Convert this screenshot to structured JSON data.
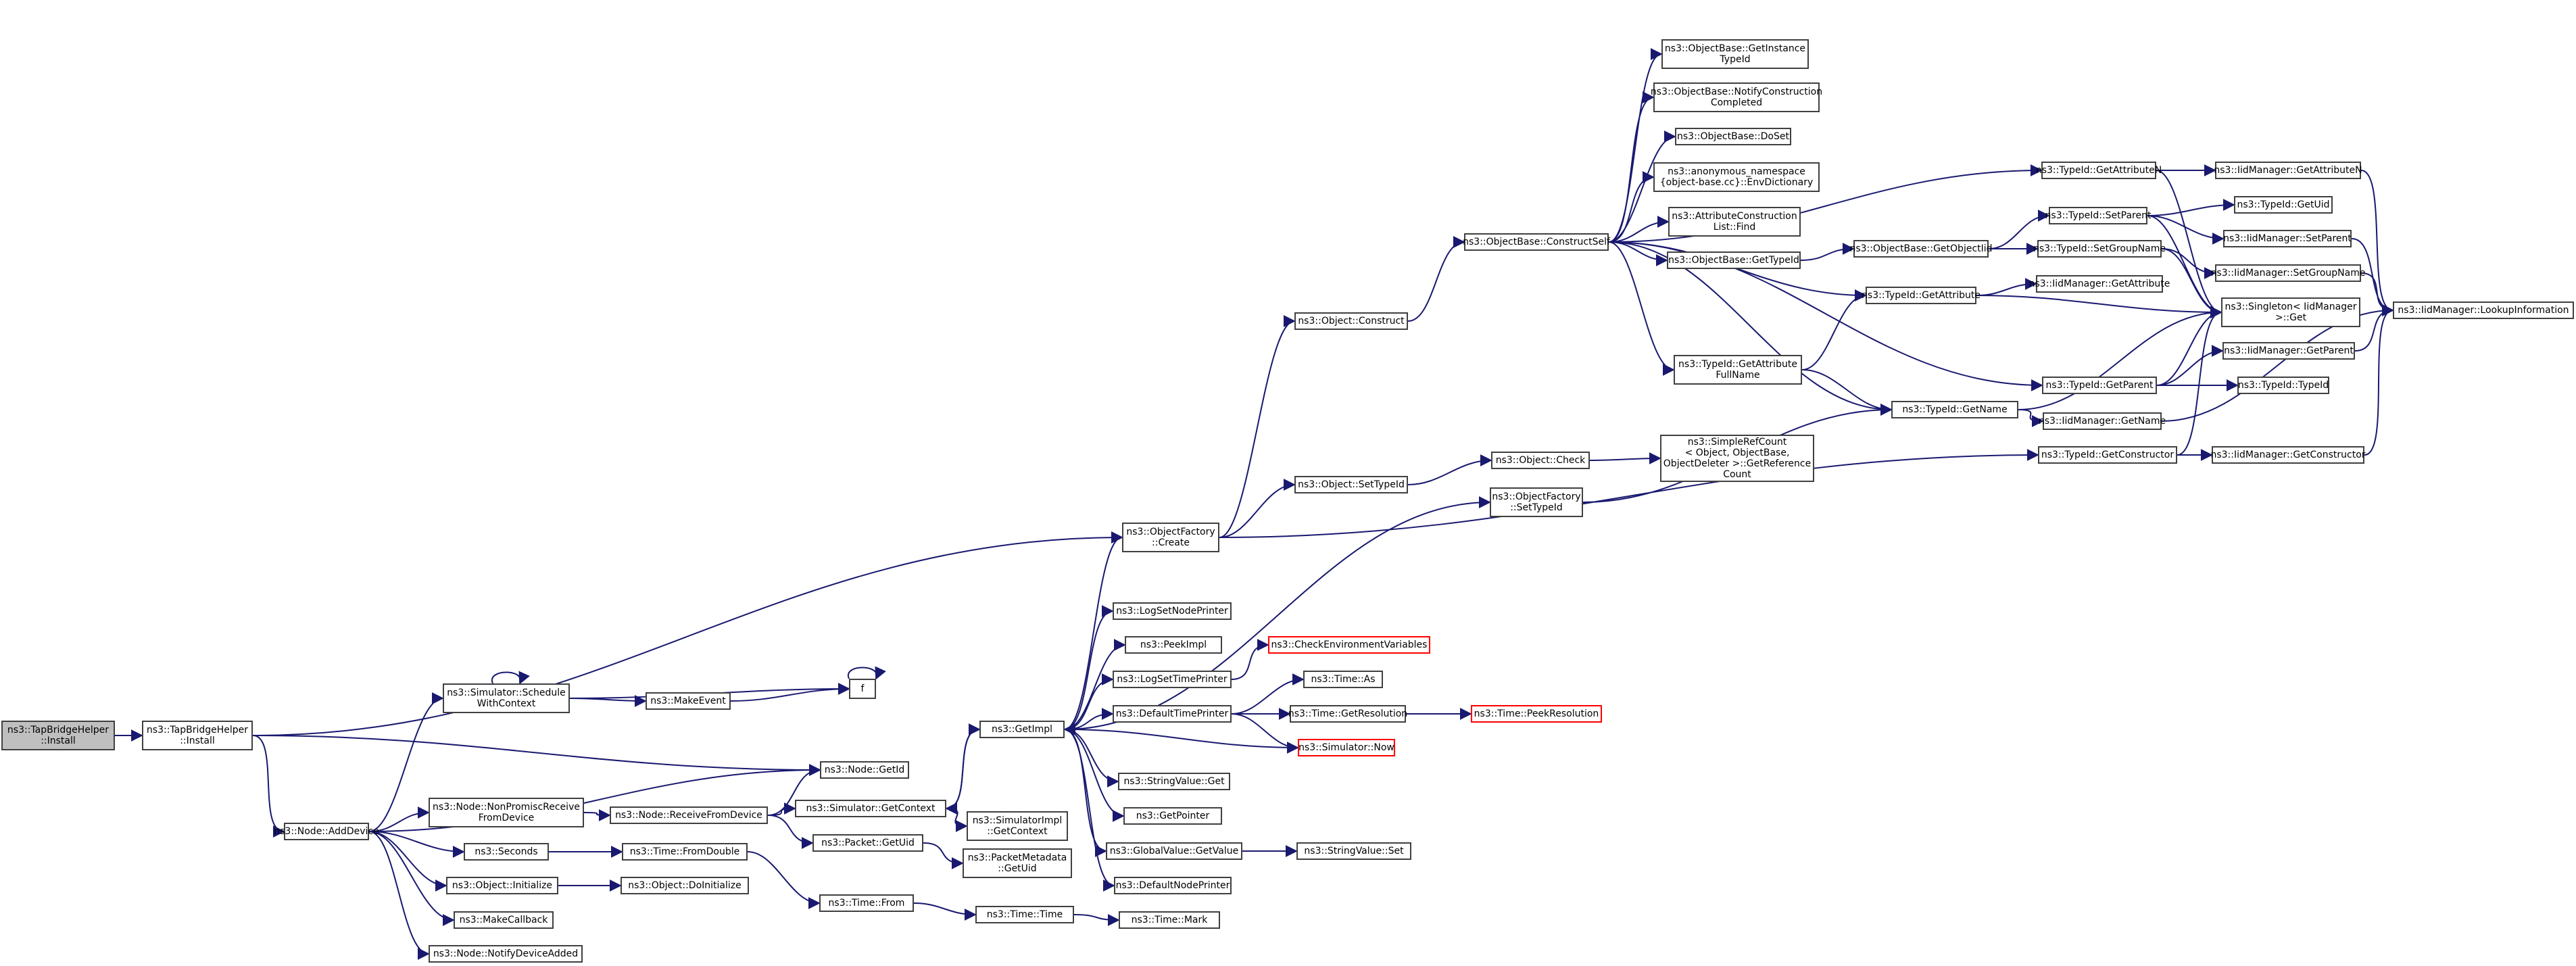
{
  "nodes": [
    {
      "id": "n0",
      "label": "ns3::TapBridgeHelper\n::Install",
      "current": true
    },
    {
      "id": "n1",
      "label": "ns3::TapBridgeHelper\n::Install"
    },
    {
      "id": "n2",
      "label": "ns3::ObjectFactory\n::Create"
    },
    {
      "id": "n3",
      "label": "ns3::Node::GetId"
    },
    {
      "id": "n4",
      "label": "ns3::Node::AddDevice"
    },
    {
      "id": "n5",
      "label": "ns3::Simulator::Schedule\nWithContext"
    },
    {
      "id": "n6",
      "label": "ns3::MakeEvent"
    },
    {
      "id": "n7",
      "label": "f"
    },
    {
      "id": "n8",
      "label": "ns3::Node::NonPromiscReceive\nFromDevice"
    },
    {
      "id": "n9",
      "label": "ns3::Node::ReceiveFromDevice"
    },
    {
      "id": "n10",
      "label": "ns3::Simulator::GetContext"
    },
    {
      "id": "n11",
      "label": "ns3::Packet::GetUid"
    },
    {
      "id": "n12",
      "label": "ns3::Seconds"
    },
    {
      "id": "n13",
      "label": "ns3::Time::FromDouble"
    },
    {
      "id": "n14",
      "label": "ns3::Object::Initialize"
    },
    {
      "id": "n15",
      "label": "ns3::Object::DoInitialize"
    },
    {
      "id": "n16",
      "label": "ns3::MakeCallback"
    },
    {
      "id": "n17",
      "label": "ns3::Node::NotifyDeviceAdded"
    },
    {
      "id": "n18",
      "label": "ns3::Time::From"
    },
    {
      "id": "n19",
      "label": "ns3::Time::Time"
    },
    {
      "id": "n20",
      "label": "ns3::Time::Mark"
    },
    {
      "id": "n21",
      "label": "ns3::GetImpl"
    },
    {
      "id": "n22",
      "label": "ns3::SimulatorImpl\n::GetContext"
    },
    {
      "id": "n23",
      "label": "ns3::PacketMetadata\n::GetUid"
    },
    {
      "id": "n24",
      "label": "ns3::Object::Construct"
    },
    {
      "id": "n25",
      "label": "ns3::Object::SetTypeId"
    },
    {
      "id": "n26",
      "label": "ns3::ObjectFactory\n::SetTypeId"
    },
    {
      "id": "n27",
      "label": "ns3::TypeId::GetConstructor"
    },
    {
      "id": "n28",
      "label": "ns3::ObjectBase::ConstructSelf"
    },
    {
      "id": "n29",
      "label": "ns3::Object::Check"
    },
    {
      "id": "n30",
      "label": "ns3::TypeId::GetName"
    },
    {
      "id": "n31",
      "label": "ns3::LogSetNodePrinter"
    },
    {
      "id": "n32",
      "label": "ns3::PeekImpl"
    },
    {
      "id": "n33",
      "label": "ns3::LogSetTimePrinter"
    },
    {
      "id": "n34",
      "label": "ns3::DefaultTimePrinter"
    },
    {
      "id": "n35",
      "label": "ns3::StringValue::Get"
    },
    {
      "id": "n36",
      "label": "ns3::GetPointer"
    },
    {
      "id": "n37",
      "label": "ns3::GlobalValue::GetValue"
    },
    {
      "id": "n38",
      "label": "ns3::DefaultNodePrinter"
    },
    {
      "id": "n39",
      "label": "ns3::CheckEnvironmentVariables",
      "red": true
    },
    {
      "id": "n40",
      "label": "ns3::Time::As"
    },
    {
      "id": "n41",
      "label": "ns3::Time::GetResolution"
    },
    {
      "id": "n42",
      "label": "ns3::Simulator::Now",
      "red": true
    },
    {
      "id": "n43",
      "label": "ns3::Time::PeekResolution",
      "red": true
    },
    {
      "id": "n44",
      "label": "ns3::StringValue::Set"
    },
    {
      "id": "n45",
      "label": "ns3::ObjectBase::GetInstance\nTypeId"
    },
    {
      "id": "n46",
      "label": "ns3::ObjectBase::NotifyConstruction\nCompleted"
    },
    {
      "id": "n47",
      "label": "ns3::ObjectBase::DoSet"
    },
    {
      "id": "n48",
      "label": "ns3::anonymous_namespace\n{object-base.cc}::EnvDictionary"
    },
    {
      "id": "n49",
      "label": "ns3::AttributeConstruction\nList::Find"
    },
    {
      "id": "n50",
      "label": "ns3::ObjectBase::GetTypeId"
    },
    {
      "id": "n51",
      "label": "ns3::TypeId::GetAttribute\nFullName"
    },
    {
      "id": "n52",
      "label": "ns3::SimpleRefCount\n< Object, ObjectBase,\n ObjectDeleter >::GetReference\nCount"
    },
    {
      "id": "n53",
      "label": "ns3::TypeId::GetAttributeN"
    },
    {
      "id": "n54",
      "label": "ns3::ObjectBase::GetObjectIid"
    },
    {
      "id": "n55",
      "label": "ns3::TypeId::GetAttribute"
    },
    {
      "id": "n56",
      "label": "ns3::TypeId::GetParent"
    },
    {
      "id": "n57",
      "label": "ns3::TypeId::SetParent"
    },
    {
      "id": "n58",
      "label": "ns3::TypeId::SetGroupName"
    },
    {
      "id": "n59",
      "label": "ns3::IidManager::GetAttribute"
    },
    {
      "id": "n60",
      "label": "ns3::IidManager::GetName"
    },
    {
      "id": "n61",
      "label": "ns3::IidManager::GetConstructor"
    },
    {
      "id": "n62",
      "label": "ns3::IidManager::GetAttributeN"
    },
    {
      "id": "n63",
      "label": "ns3::Singleton< IidManager\n >::Get"
    },
    {
      "id": "n64",
      "label": "ns3::TypeId::GetUid"
    },
    {
      "id": "n65",
      "label": "ns3::IidManager::SetParent"
    },
    {
      "id": "n66",
      "label": "ns3::IidManager::SetGroupName"
    },
    {
      "id": "n67",
      "label": "ns3::IidManager::GetParent"
    },
    {
      "id": "n68",
      "label": "ns3::TypeId::TypeId"
    },
    {
      "id": "n69",
      "label": "ns3::IidManager::LookupInformation"
    }
  ],
  "edges": [
    [
      "n0",
      "n1"
    ],
    [
      "n1",
      "n2"
    ],
    [
      "n1",
      "n3"
    ],
    [
      "n1",
      "n4"
    ],
    [
      "n4",
      "n5"
    ],
    [
      "n4",
      "n3"
    ],
    [
      "n4",
      "n8"
    ],
    [
      "n4",
      "n12"
    ],
    [
      "n4",
      "n14"
    ],
    [
      "n4",
      "n16"
    ],
    [
      "n4",
      "n17"
    ],
    [
      "n5",
      "n5"
    ],
    [
      "n5",
      "n6"
    ],
    [
      "n5",
      "n7"
    ],
    [
      "n6",
      "n7"
    ],
    [
      "n7",
      "n7"
    ],
    [
      "n8",
      "n9"
    ],
    [
      "n9",
      "n3"
    ],
    [
      "n9",
      "n10"
    ],
    [
      "n9",
      "n11"
    ],
    [
      "n10",
      "n21"
    ],
    [
      "n10",
      "n22"
    ],
    [
      "n11",
      "n23"
    ],
    [
      "n12",
      "n13"
    ],
    [
      "n13",
      "n18"
    ],
    [
      "n18",
      "n19"
    ],
    [
      "n19",
      "n20"
    ],
    [
      "n14",
      "n15"
    ],
    [
      "n2",
      "n24"
    ],
    [
      "n2",
      "n25"
    ],
    [
      "n2",
      "n27"
    ],
    [
      "n24",
      "n28"
    ],
    [
      "n25",
      "n29"
    ],
    [
      "n29",
      "n52"
    ],
    [
      "n26",
      "n30"
    ],
    [
      "n21",
      "n2"
    ],
    [
      "n21",
      "n26"
    ],
    [
      "n21",
      "n31"
    ],
    [
      "n21",
      "n32"
    ],
    [
      "n21",
      "n33"
    ],
    [
      "n21",
      "n34"
    ],
    [
      "n21",
      "n35"
    ],
    [
      "n21",
      "n36"
    ],
    [
      "n21",
      "n37"
    ],
    [
      "n21",
      "n38"
    ],
    [
      "n21",
      "n10"
    ],
    [
      "n33",
      "n39"
    ],
    [
      "n34",
      "n40"
    ],
    [
      "n34",
      "n41"
    ],
    [
      "n34",
      "n42"
    ],
    [
      "n42",
      "n21"
    ],
    [
      "n41",
      "n43"
    ],
    [
      "n37",
      "n44"
    ],
    [
      "n28",
      "n45"
    ],
    [
      "n28",
      "n46"
    ],
    [
      "n28",
      "n47"
    ],
    [
      "n28",
      "n48"
    ],
    [
      "n28",
      "n49"
    ],
    [
      "n28",
      "n50"
    ],
    [
      "n28",
      "n51"
    ],
    [
      "n28",
      "n53"
    ],
    [
      "n28",
      "n55"
    ],
    [
      "n28",
      "n56"
    ],
    [
      "n28",
      "n30"
    ],
    [
      "n50",
      "n54"
    ],
    [
      "n54",
      "n57"
    ],
    [
      "n54",
      "n58"
    ],
    [
      "n51",
      "n55"
    ],
    [
      "n51",
      "n30"
    ],
    [
      "n53",
      "n62"
    ],
    [
      "n53",
      "n63"
    ],
    [
      "n55",
      "n59"
    ],
    [
      "n55",
      "n63"
    ],
    [
      "n56",
      "n67"
    ],
    [
      "n56",
      "n68"
    ],
    [
      "n56",
      "n63"
    ],
    [
      "n57",
      "n64"
    ],
    [
      "n57",
      "n65"
    ],
    [
      "n57",
      "n63"
    ],
    [
      "n58",
      "n66"
    ],
    [
      "n58",
      "n63"
    ],
    [
      "n30",
      "n60"
    ],
    [
      "n30",
      "n63"
    ],
    [
      "n27",
      "n61"
    ],
    [
      "n27",
      "n63"
    ],
    [
      "n60",
      "n69"
    ],
    [
      "n61",
      "n69"
    ],
    [
      "n62",
      "n69"
    ],
    [
      "n65",
      "n69"
    ],
    [
      "n66",
      "n69"
    ],
    [
      "n67",
      "n69"
    ]
  ],
  "colors": {
    "edge": "#191970",
    "node_border": "#404040",
    "missing_border": "#ff0000",
    "current_fill": "#bfbfbf"
  }
}
